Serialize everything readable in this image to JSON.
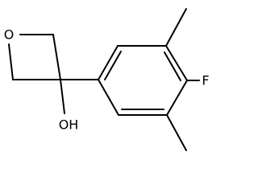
{
  "molecule": {
    "atoms": {
      "oxetane_oxygen": "O",
      "hydroxyl": "OH",
      "fluorine": "F"
    }
  }
}
